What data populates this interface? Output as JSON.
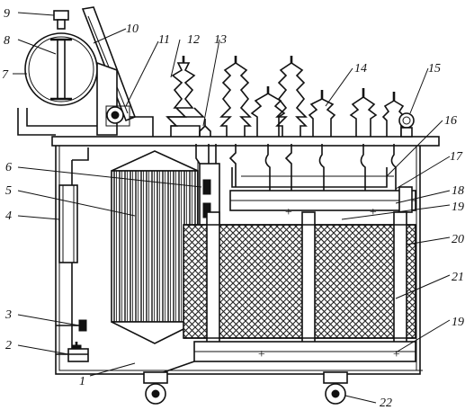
{
  "labels": {
    "l1": "1",
    "l2": "2",
    "l3": "3",
    "l4": "4",
    "l5": "5",
    "l6": "6",
    "l7": "7",
    "l8": "8",
    "l9": "9",
    "l10": "10",
    "l11": "11",
    "l12": "12",
    "l13": "13",
    "l14": "14",
    "l15": "15",
    "l16": "16",
    "l17": "17",
    "l18": "18",
    "l19a": "19",
    "l19b": "19",
    "l20": "20",
    "l21": "21",
    "l22": "22"
  },
  "marks": {
    "plus": "+"
  }
}
